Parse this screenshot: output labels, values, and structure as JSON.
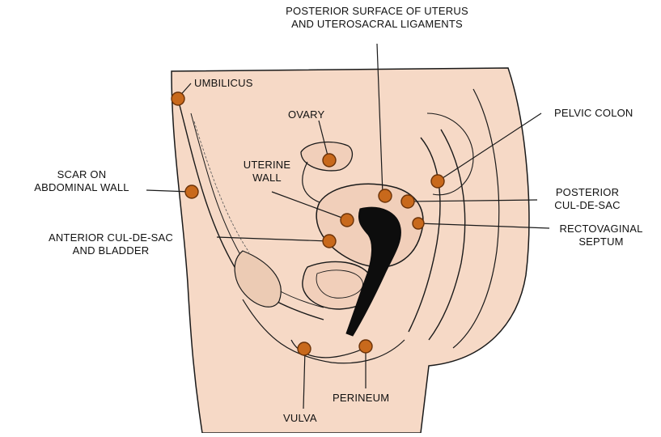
{
  "labels": {
    "posterior_surface": "POSTERIOR SURFACE OF UTERUS\nAND UTEROSACRAL LIGAMENTS",
    "umbilicus": "UMBILICUS",
    "ovary": "OVARY",
    "pelvic_colon": "PELVIC COLON",
    "uterine_wall": "UTERINE\nWALL",
    "scar_abdominal_wall": "SCAR ON\nABDOMINAL WALL",
    "posterior_cul_de_sac": "POSTERIOR\nCUL-DE-SAC",
    "rectovaginal_septum": "RECTOVAGINAL\nSEPTUM",
    "anterior_cul_de_sac": "ANTERIOR CUL-DE-SAC\nAND BLADDER",
    "perineum": "PERINEUM",
    "vulva": "VULVA"
  },
  "colors": {
    "body_fill": "#f6d9c6",
    "outline": "#1a1a1a",
    "site_marker": "#c8691c",
    "site_marker_stroke": "#6b3208",
    "vagina_fill": "#0d0d0d"
  }
}
